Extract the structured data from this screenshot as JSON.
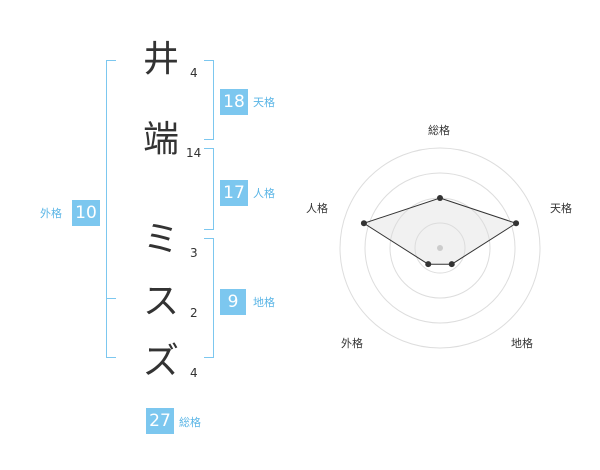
{
  "name_chars": [
    {
      "char": "井",
      "strokes": "4"
    },
    {
      "char": "端",
      "strokes": "14"
    },
    {
      "char": "ミ",
      "strokes": "3"
    },
    {
      "char": "ス",
      "strokes": "2"
    },
    {
      "char": "ズ",
      "strokes": "4"
    }
  ],
  "kaku": {
    "tenkaku": {
      "value": "18",
      "label": "天格"
    },
    "jinkaku": {
      "value": "17",
      "label": "人格"
    },
    "chikaku": {
      "value": "9",
      "label": "地格"
    },
    "gaikaku": {
      "value": "10",
      "label": "外格"
    },
    "soukaku": {
      "value": "27",
      "label": "総格"
    }
  },
  "colors": {
    "accent": "#7cc7ef",
    "accent_text": "#5ab5e6",
    "text": "#333333"
  },
  "chart_data": {
    "type": "radar",
    "axes": [
      "総格",
      "天格",
      "地格",
      "外格",
      "人格"
    ],
    "values": [
      0.5,
      0.8,
      0.2,
      0.2,
      0.8
    ],
    "rings": 4,
    "range": [
      0,
      1
    ]
  }
}
